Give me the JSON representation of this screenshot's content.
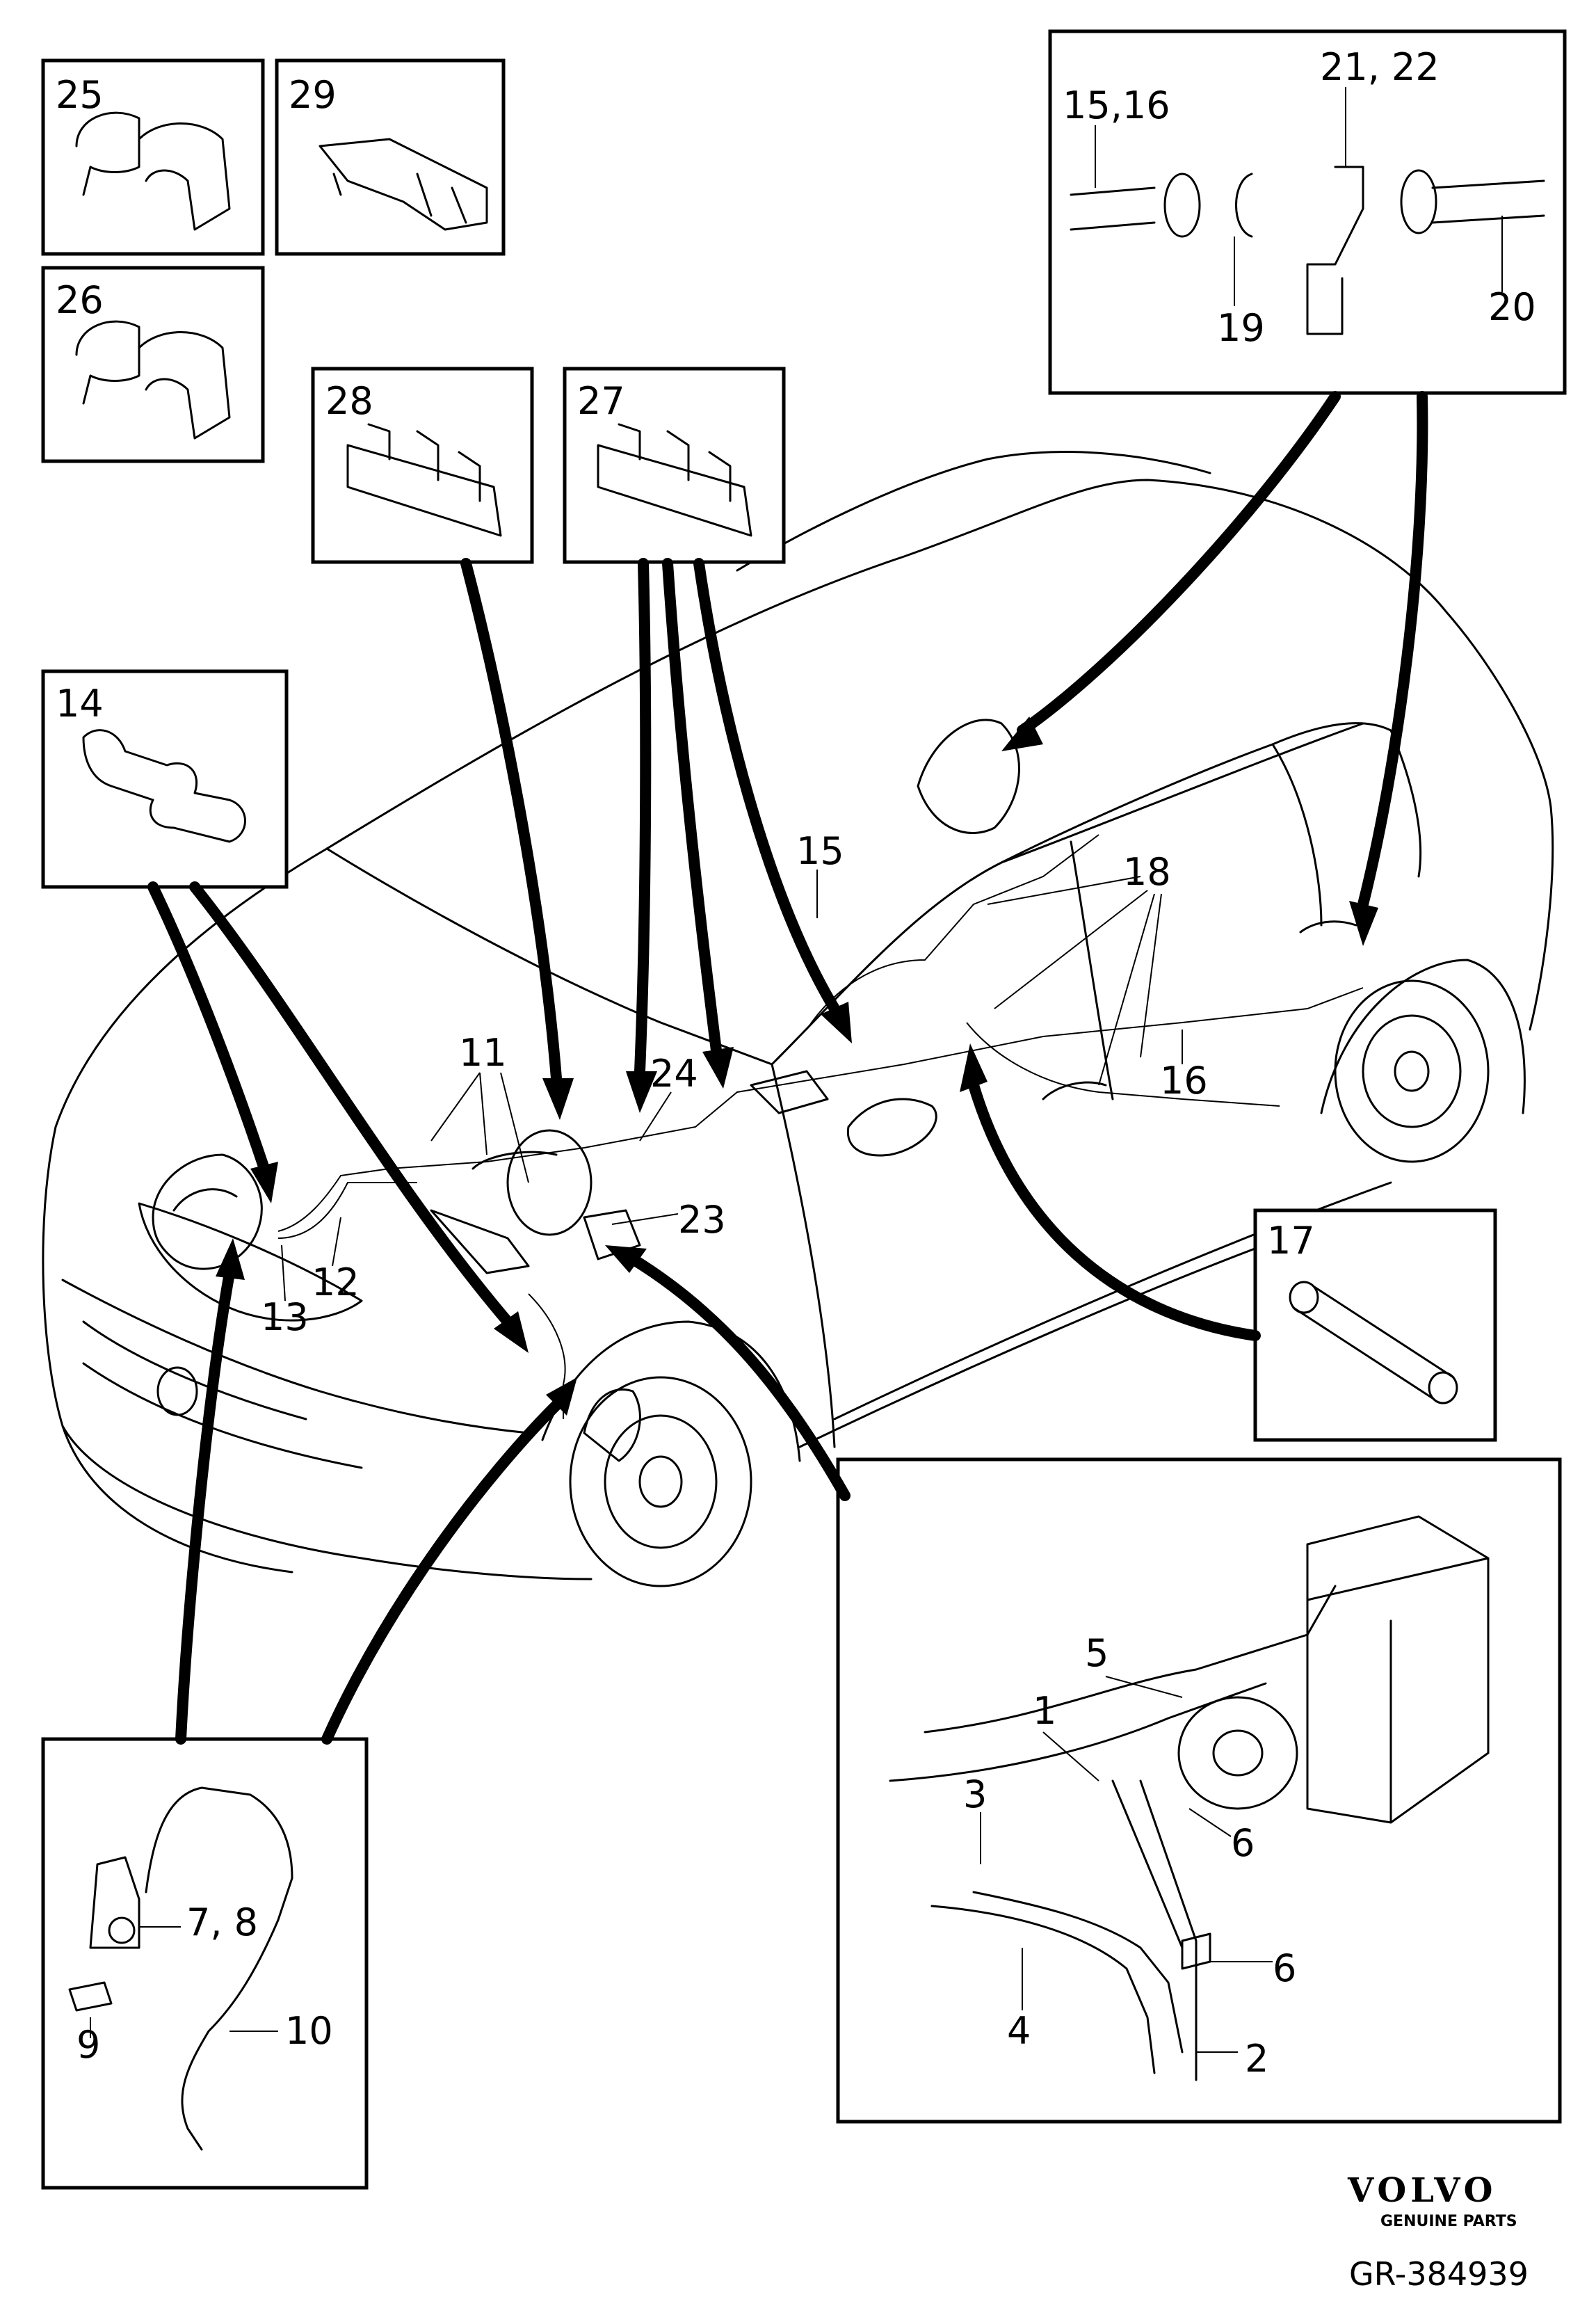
{
  "callouts": {
    "c1": "1",
    "c2": "2",
    "c3": "3",
    "c4": "4",
    "c5": "5",
    "c6a": "6",
    "c6b": "6",
    "c78": "7, 8",
    "c9": "9",
    "c10": "10",
    "c11": "11",
    "c12": "12",
    "c13": "13",
    "c14": "14",
    "c15": "15",
    "c1516": "15,16",
    "c16": "16",
    "c17": "17",
    "c18": "18",
    "c19": "19",
    "c20": "20",
    "c2122": "21, 22",
    "c23": "23",
    "c24": "24",
    "c25": "25",
    "c26": "26",
    "c27": "27",
    "c28": "28",
    "c29": "29"
  },
  "brand": {
    "name": "VOLVO",
    "tagline": "GENUINE PARTS"
  },
  "reference": "GR-384939"
}
